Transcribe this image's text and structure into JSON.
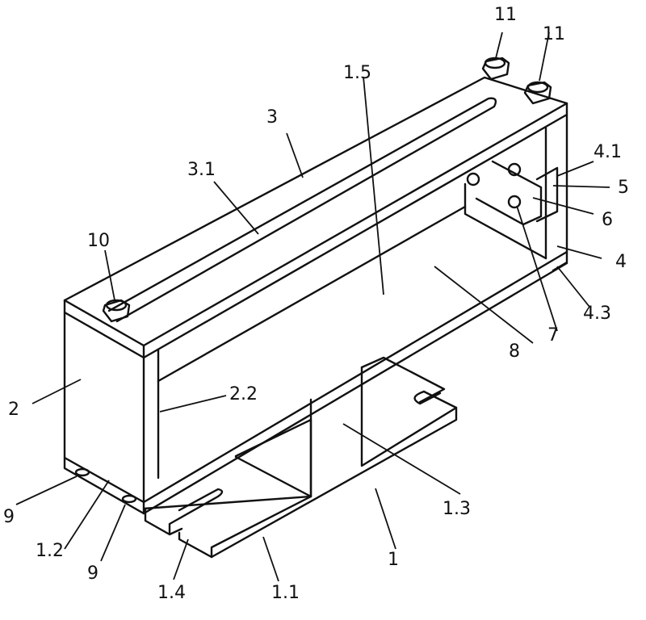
{
  "labels": {
    "l11a": "11",
    "l11b": "11",
    "l15": "1.5",
    "l3": "3",
    "l31": "3.1",
    "l41": "4.1",
    "l5": "5",
    "l6": "6",
    "l10": "10",
    "l4": "4",
    "l43": "4.3",
    "l7": "7",
    "l8": "8",
    "l2": "2",
    "l22": "2.2",
    "l9a": "9",
    "l12": "1.2",
    "l9b": "9",
    "l13": "1.3",
    "l1": "1",
    "l14": "1.4",
    "l11": "1.1"
  }
}
